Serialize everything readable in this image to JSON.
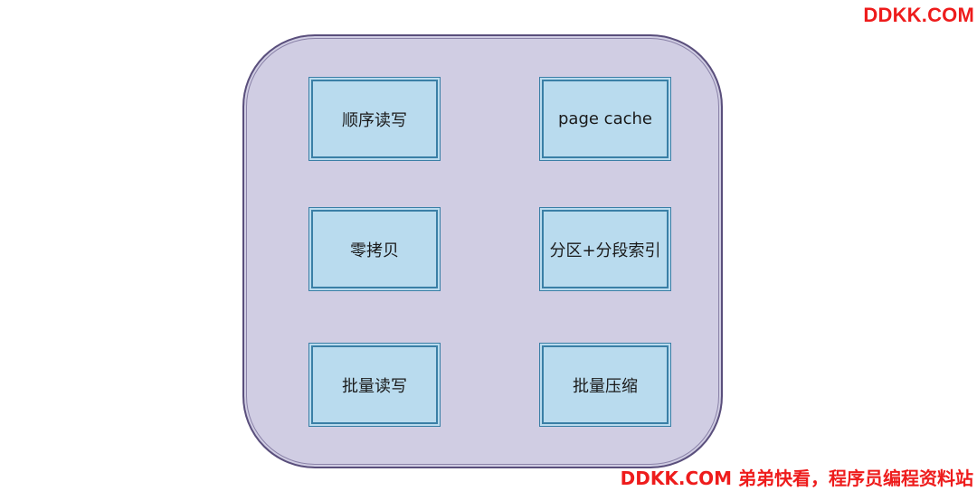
{
  "watermark_top": "DDKK.COM",
  "watermark_bottom": "DDKK.COM 弟弟快看，程序员编程资料站",
  "diagram": {
    "items": [
      {
        "label": "顺序读写"
      },
      {
        "label": "page cache"
      },
      {
        "label": "零拷贝"
      },
      {
        "label": "分区+分段索引"
      },
      {
        "label": "批量读写"
      },
      {
        "label": "批量压缩"
      }
    ]
  },
  "colors": {
    "container_fill": "#d0cde3",
    "container_border": "#5a4f7c",
    "box_fill": "#b9dbee",
    "box_border": "#3a7fa6",
    "watermark": "#ee1c1c"
  }
}
